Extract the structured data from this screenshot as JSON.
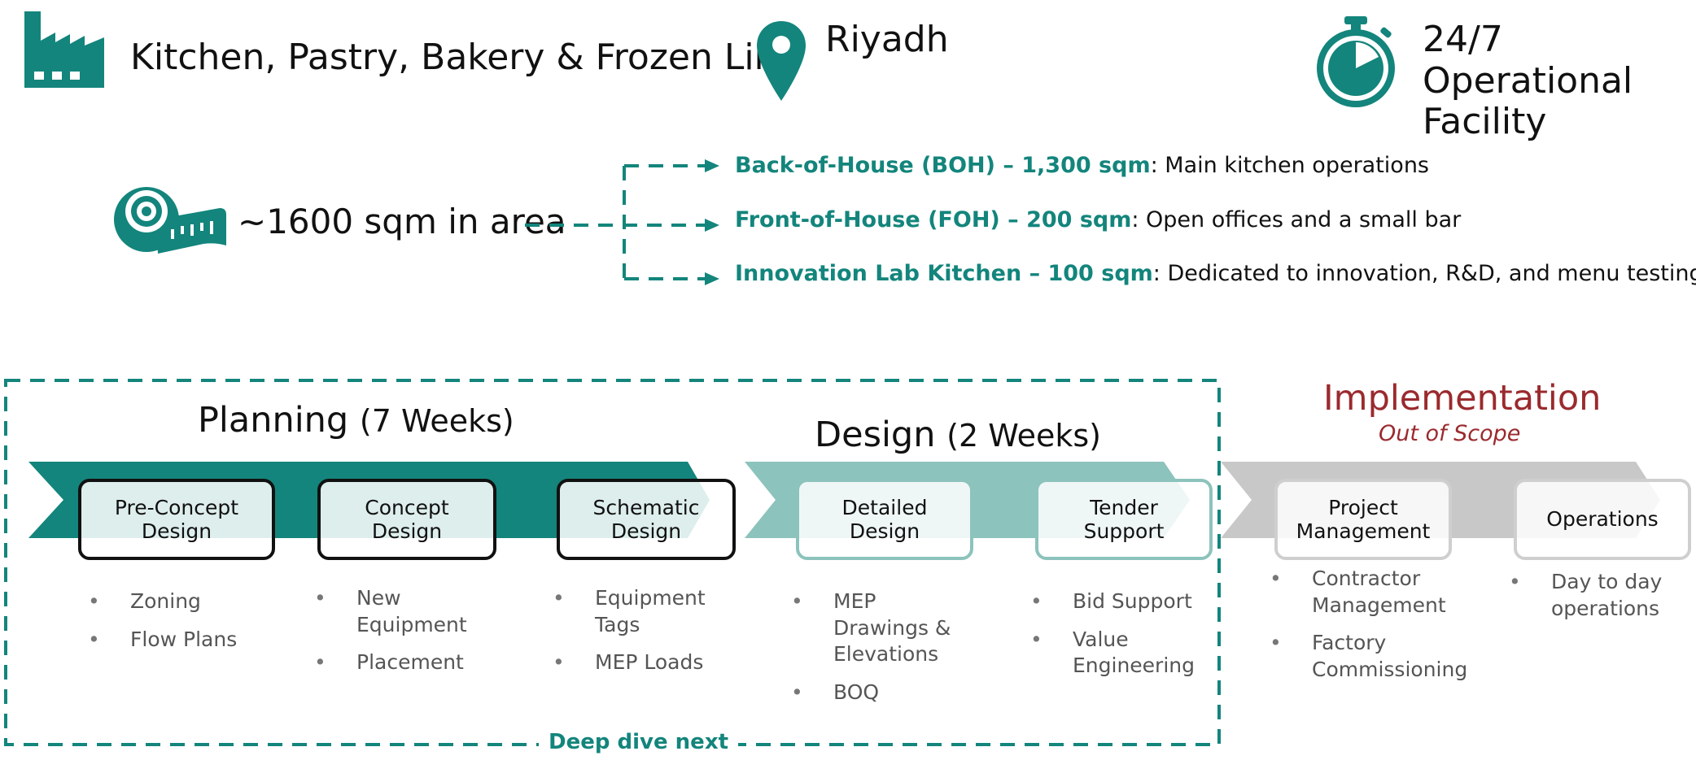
{
  "colors": {
    "teal": "#13857c",
    "teal_light": "#8cc3bc",
    "gray_band": "#c8c8c8",
    "impl_red": "#9a2a2e"
  },
  "header": {
    "facility_type": "Kitchen, Pastry, Bakery & Frozen Line",
    "location": "Riyadh",
    "operation": "24/7 Operational\nFacility"
  },
  "area": {
    "total": "~1600 sqm in area",
    "breakdown": [
      {
        "name": "Back-of-House (BOH) – 1,300 sqm",
        "desc": ": Main kitchen operations"
      },
      {
        "name": "Front-of-House (FOH) – 200 sqm",
        "desc": ": Open offices and a small bar"
      },
      {
        "name": "Innovation Lab Kitchen – 100 sqm",
        "desc": ": Dedicated to innovation, R&D, and menu testing"
      }
    ]
  },
  "phases": {
    "planning": {
      "title": "Planning",
      "duration": "(7 Weeks)"
    },
    "design": {
      "title": "Design",
      "duration": "(2 Weeks)"
    },
    "implementation": {
      "title": "Implementation",
      "subtitle": "Out of Scope"
    }
  },
  "steps": [
    {
      "label": "Pre-Concept\nDesign",
      "bullets": [
        "Zoning",
        "Flow Plans"
      ]
    },
    {
      "label": "Concept\nDesign",
      "bullets": [
        "New\nEquipment",
        "Placement"
      ]
    },
    {
      "label": "Schematic\nDesign",
      "bullets": [
        "Equipment\nTags",
        "MEP Loads"
      ]
    },
    {
      "label": "Detailed\nDesign",
      "bullets": [
        "MEP\nDrawings &\nElevations",
        "BOQ"
      ]
    },
    {
      "label": "Tender\nSupport",
      "bullets": [
        "Bid Support",
        "Value\nEngineering"
      ]
    },
    {
      "label": "Project\nManagement",
      "bullets": [
        "Contractor\nManagement",
        "Factory\nCommissioning"
      ]
    },
    {
      "label": "Operations",
      "bullets": [
        "Day to day\noperations"
      ]
    }
  ],
  "icons": [
    "factory-icon",
    "location-pin-icon",
    "stopwatch-icon",
    "measuring-tape-icon"
  ],
  "footer": {
    "deep_dive": "Deep dive next"
  }
}
